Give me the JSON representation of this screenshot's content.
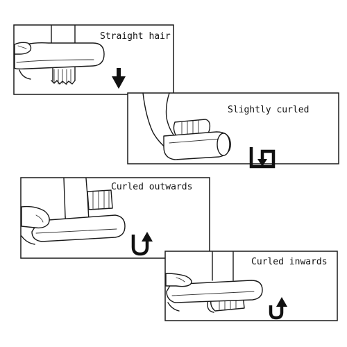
{
  "panels": [
    {
      "id": "straight",
      "label": "Straight hair",
      "arrow_icon": "down-arrow-icon"
    },
    {
      "id": "slightly",
      "label": "Slightly curled",
      "arrow_icon": "loop-arrow-icon"
    },
    {
      "id": "outwards",
      "label": "Curled outwards",
      "arrow_icon": "u-turn-up-icon"
    },
    {
      "id": "inwards",
      "label": "Curled inwards",
      "arrow_icon": "hook-up-arrow-icon"
    }
  ],
  "colors": {
    "line": "#1a1a1a",
    "background": "#ffffff"
  }
}
